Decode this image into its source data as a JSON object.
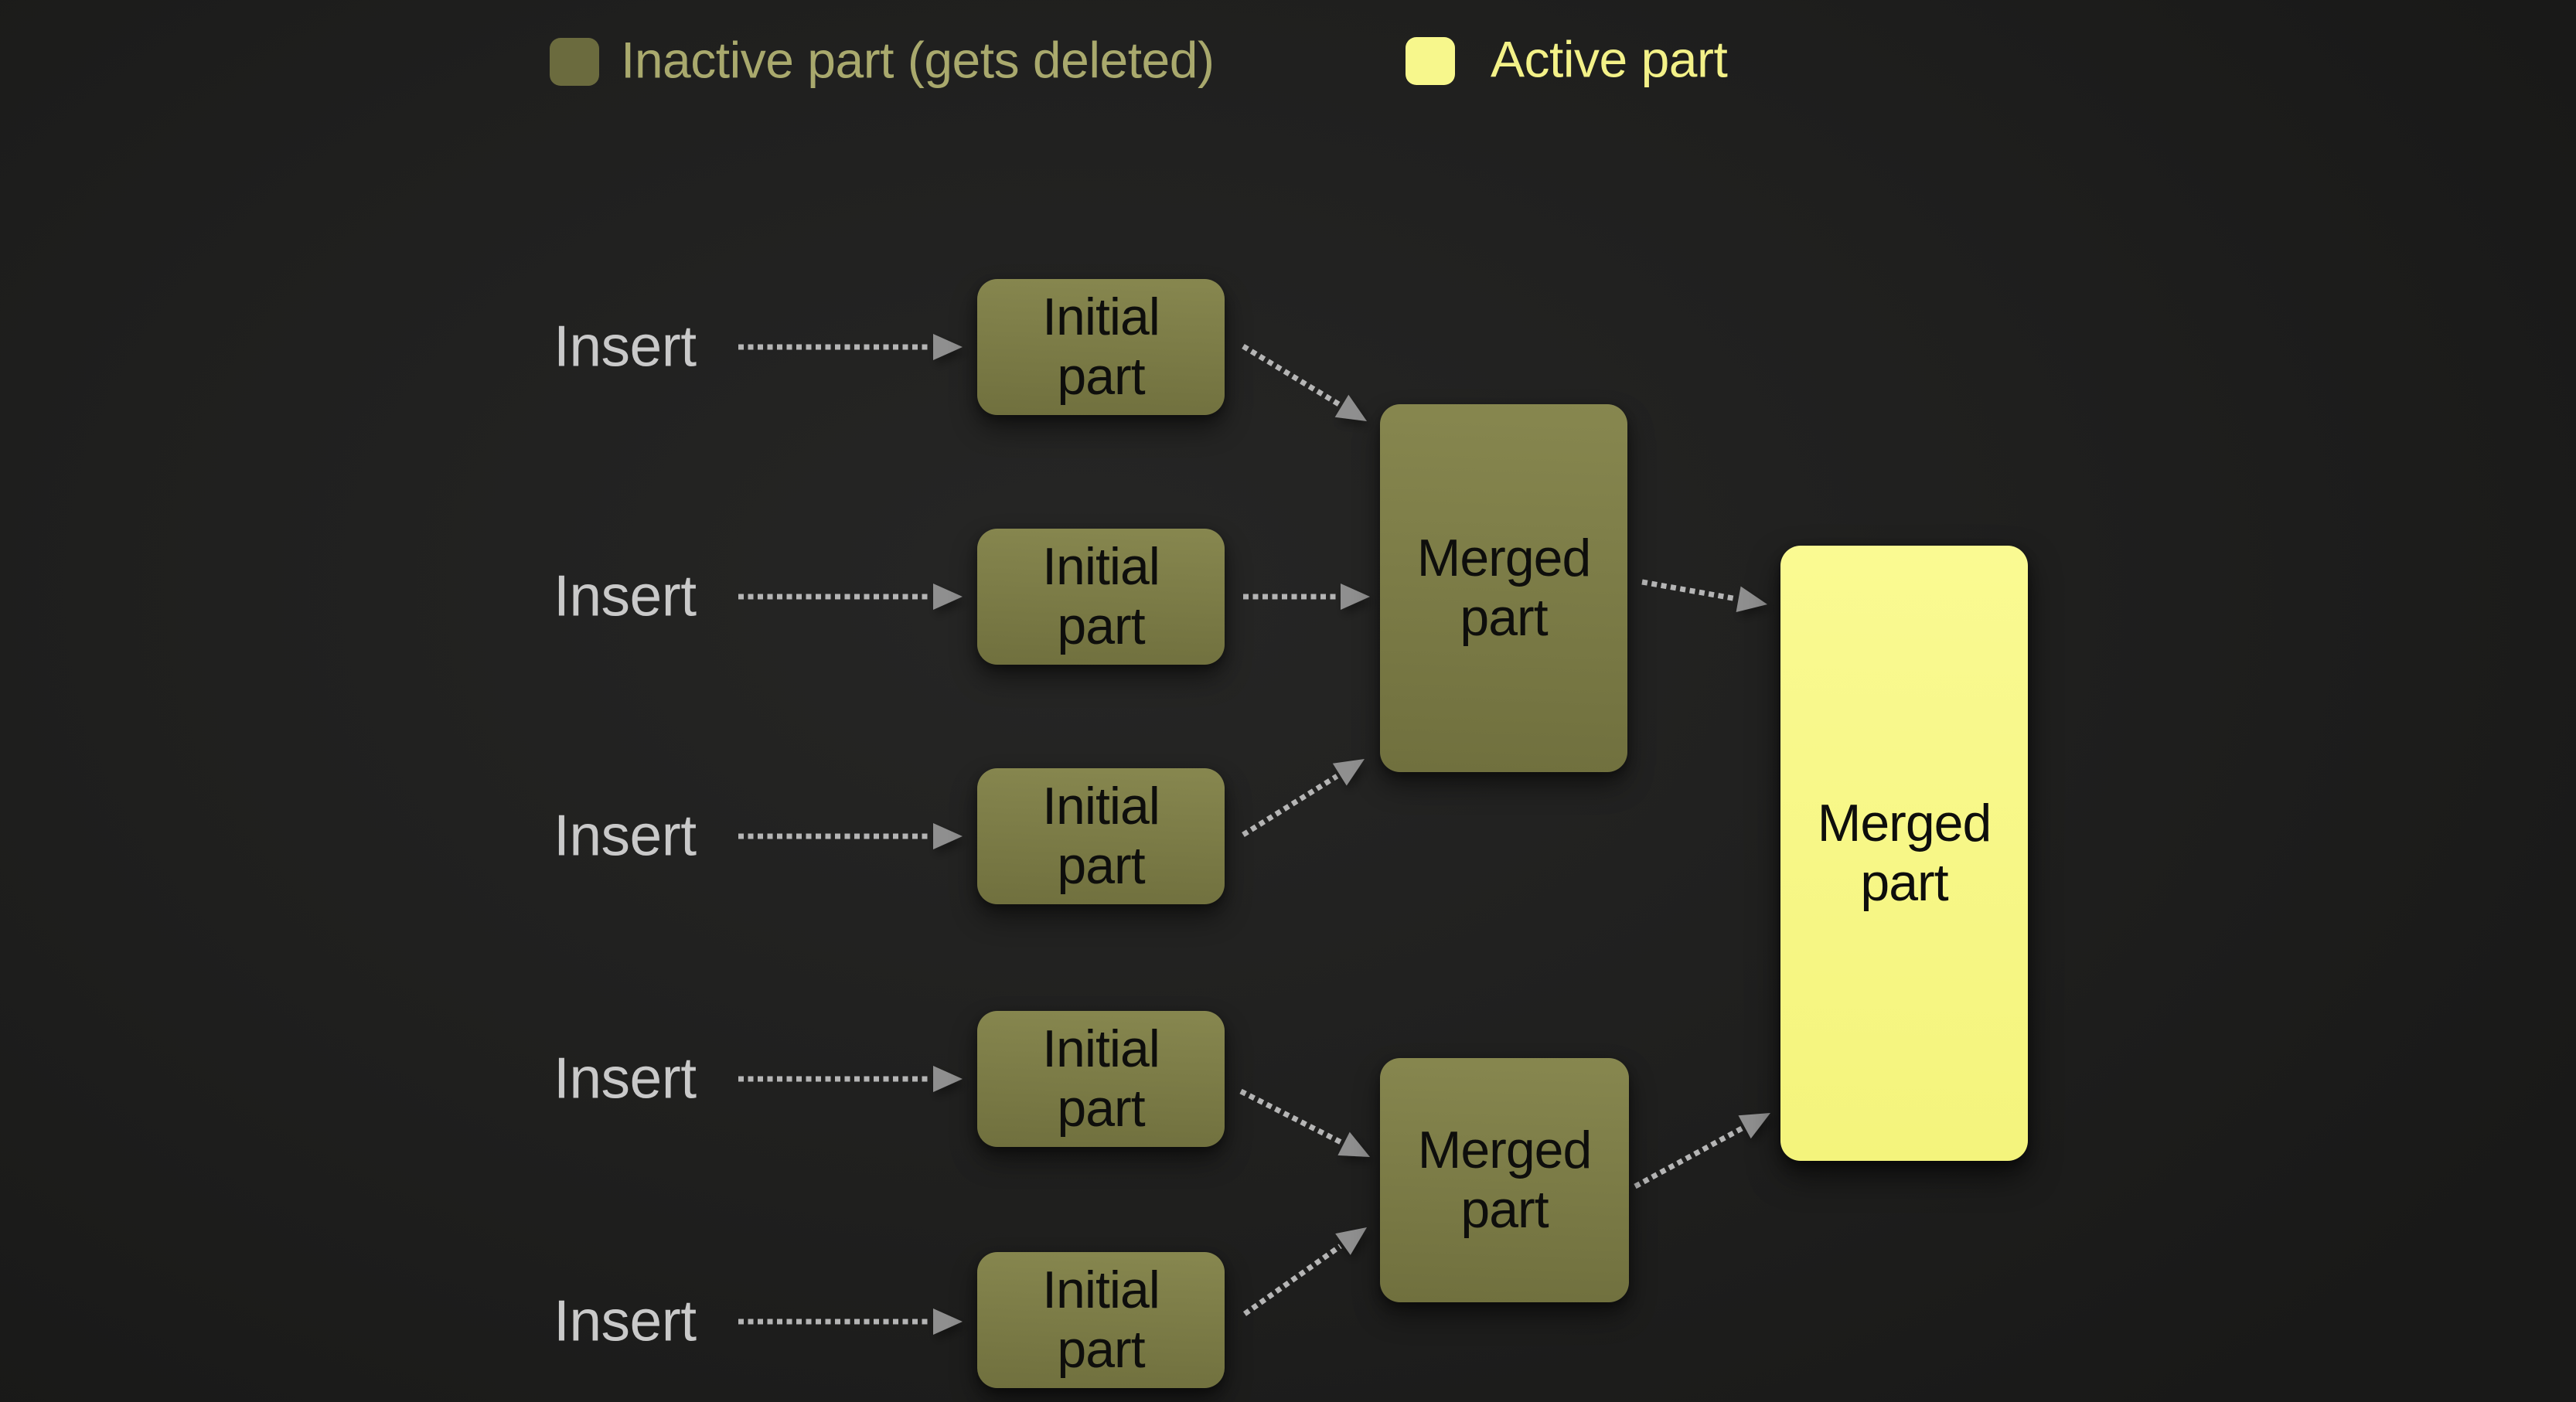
{
  "legend": {
    "items": [
      {
        "label": "Inactive part (gets deleted)",
        "swatch_color": "#6b6b3e",
        "text_color": "#a9a96d"
      },
      {
        "label": "Active part",
        "swatch_color": "#f7f78c",
        "text_color": "#f3f188"
      }
    ]
  },
  "diagram": {
    "rows": [
      {
        "insert_label": "Insert",
        "node_label": "Initial part",
        "state": "inactive"
      },
      {
        "insert_label": "Insert",
        "node_label": "Initial part",
        "state": "inactive"
      },
      {
        "insert_label": "Insert",
        "node_label": "Initial part",
        "state": "inactive"
      },
      {
        "insert_label": "Insert",
        "node_label": "Initial part",
        "state": "inactive"
      },
      {
        "insert_label": "Insert",
        "node_label": "Initial part",
        "state": "inactive"
      }
    ],
    "merged": [
      {
        "label": "Merged part",
        "state": "inactive"
      },
      {
        "label": "Merged part",
        "state": "inactive"
      },
      {
        "label": "Merged part",
        "state": "active"
      }
    ]
  },
  "colors": {
    "background": "#1f1f1e",
    "inactive_fill_top": "#87874f",
    "inactive_fill_bottom": "#70703e",
    "active_fill_top": "#fafa92",
    "active_fill_bottom": "#f4f47c",
    "node_text": "#0e0e0c",
    "insert_text": "#c9c9c9",
    "arrow_dot": "#b5b5b5",
    "arrow_head": "#8f8f8f"
  }
}
